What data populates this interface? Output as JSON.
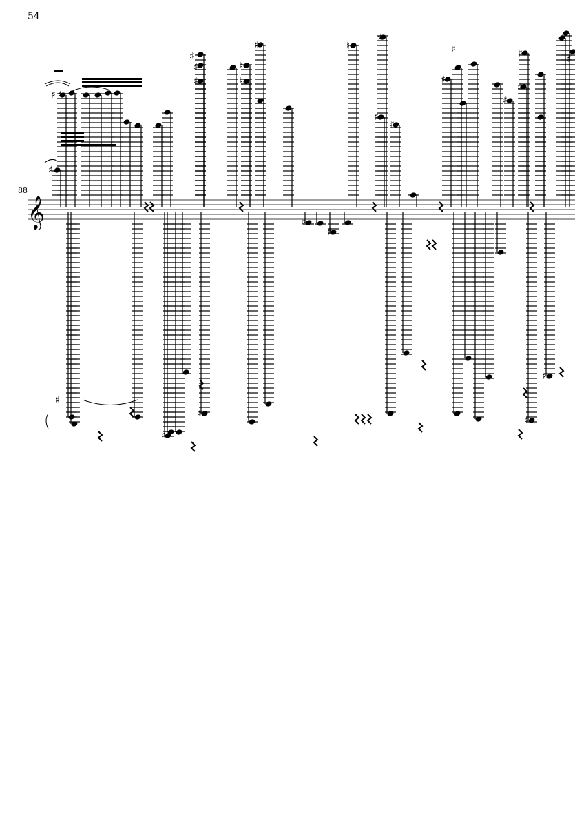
{
  "page": {
    "number": "54"
  },
  "system": {
    "measure_number": "88",
    "clef": "treble",
    "clef_glyph": "𝄞"
  },
  "colors": {
    "ink": "#000000",
    "paper": "#ffffff"
  }
}
